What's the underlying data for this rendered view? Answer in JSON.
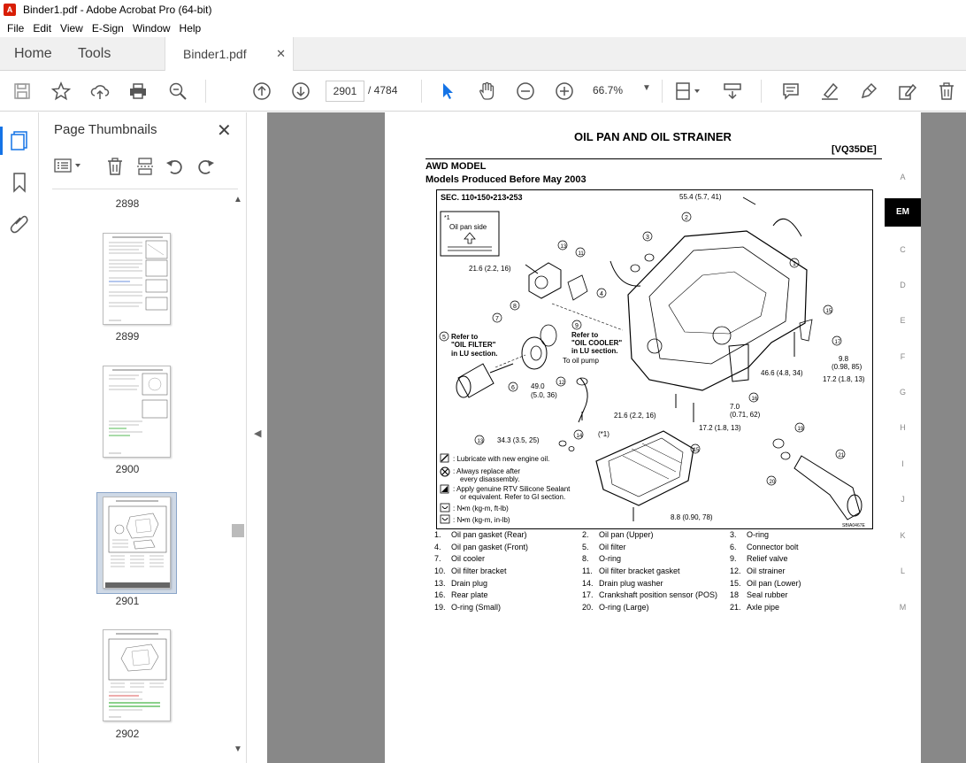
{
  "window": {
    "title": "Binder1.pdf - Adobe Acrobat Pro (64-bit)"
  },
  "menu": [
    "File",
    "Edit",
    "View",
    "E-Sign",
    "Window",
    "Help"
  ],
  "tabs": {
    "home": "Home",
    "tools": "Tools",
    "document": "Binder1.pdf"
  },
  "toolbar": {
    "current_page": "2901",
    "total_pages": "/ 4784",
    "zoom": "66.7%"
  },
  "thumbnails": {
    "title": "Page Thumbnails",
    "pages": [
      "2898",
      "2899",
      "2900",
      "2901",
      "2902"
    ],
    "selected": "2901"
  },
  "doc": {
    "title": "OIL PAN AND OIL STRAINER",
    "engine_tag": "[VQ35DE]",
    "heading1": "AWD MODEL",
    "heading2": "Models Produced Before May 2003",
    "diagram": {
      "sec": "SEC. 110•150•213•253",
      "inset_label_1": "*1",
      "inset_label_2": "Oil pan side",
      "code": "SBIA0467E",
      "labels": [
        "55.4 (5.7, 41)",
        "21.6 (2.2, 16)",
        "Refer to",
        "\"OIL FILTER\"",
        "in LU section.",
        "Refer to",
        "\"OIL COOLER\"",
        "in LU section.",
        "To oil pump",
        "49.0",
        "(5.0, 36)",
        "21.6 (2.2, 16)",
        "46.6 (4.8, 34)",
        "9.8",
        "(0.98, 85)",
        "17.2 (1.8, 13)",
        "7.0",
        "(0.71, 62)",
        "17.2 (1.8, 13)",
        "34.3 (3.5, 25)",
        "(*1)",
        "8.8 (0.90, 78)"
      ],
      "legend": [
        ": Lubricate with new engine oil.",
        ": Always replace after",
        "every disassembly.",
        ": Apply genuine RTV Silicone Sealant",
        "or equivalent. Refer to GI section.",
        ": N•m (kg-m, ft-lb)",
        ": N•m (kg-m, in-lb)"
      ]
    },
    "parts": [
      {
        "n": "1.",
        "t": "Oil pan gasket (Rear)"
      },
      {
        "n": "2.",
        "t": "Oil pan (Upper)"
      },
      {
        "n": "3.",
        "t": "O-ring"
      },
      {
        "n": "4.",
        "t": "Oil pan gasket (Front)"
      },
      {
        "n": "5.",
        "t": "Oil filter"
      },
      {
        "n": "6.",
        "t": "Connector bolt"
      },
      {
        "n": "7.",
        "t": "Oil cooler"
      },
      {
        "n": "8.",
        "t": "O-ring"
      },
      {
        "n": "9.",
        "t": "Relief valve"
      },
      {
        "n": "10.",
        "t": "Oil filter bracket"
      },
      {
        "n": "11.",
        "t": "Oil filter bracket gasket"
      },
      {
        "n": "12.",
        "t": "Oil strainer"
      },
      {
        "n": "13.",
        "t": "Drain plug"
      },
      {
        "n": "14.",
        "t": "Drain plug washer"
      },
      {
        "n": "15.",
        "t": "Oil pan (Lower)"
      },
      {
        "n": "16.",
        "t": "Rear plate"
      },
      {
        "n": "17.",
        "t": "Crankshaft position sensor (POS)"
      },
      {
        "n": "18",
        "t": "Seal rubber"
      },
      {
        "n": "19.",
        "t": "O-ring (Small)"
      },
      {
        "n": "20.",
        "t": "O-ring (Large)"
      },
      {
        "n": "21.",
        "t": "Axle pipe"
      }
    ],
    "side_index": [
      "A",
      "EM",
      "C",
      "D",
      "E",
      "F",
      "G",
      "H",
      "I",
      "J",
      "K",
      "L",
      "M"
    ],
    "side_index_active": "EM"
  }
}
